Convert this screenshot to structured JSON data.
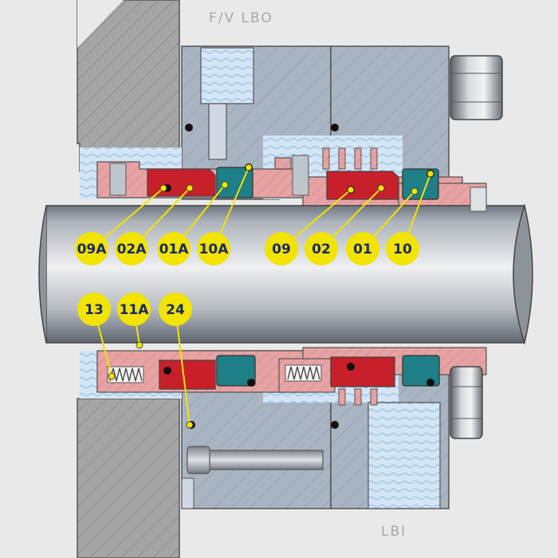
{
  "labels": {
    "top_port": "F/V  LBO",
    "bottom_port": "LBI"
  },
  "callouts": [
    {
      "id": "09A",
      "text": "09A"
    },
    {
      "id": "02A",
      "text": "02A"
    },
    {
      "id": "01A",
      "text": "01A"
    },
    {
      "id": "10A",
      "text": "10A"
    },
    {
      "id": "09",
      "text": "09"
    },
    {
      "id": "02",
      "text": "02"
    },
    {
      "id": "01",
      "text": "01"
    },
    {
      "id": "10",
      "text": "10"
    },
    {
      "id": "13",
      "text": "13"
    },
    {
      "id": "11A",
      "text": "11A"
    },
    {
      "id": "24",
      "text": "24"
    }
  ],
  "colors": {
    "background": "#e9e9e9",
    "housing": "#a9b6c4",
    "gland_dark": "#9a9a9a",
    "rotating_pink": "#e8a0a0",
    "seal_face_red": "#c8202a",
    "stationary_teal": "#1e7f86",
    "barrier_fluid": "#cfe4f6",
    "callout_fill": "#f2e300",
    "callout_text": "#1a2a66"
  }
}
